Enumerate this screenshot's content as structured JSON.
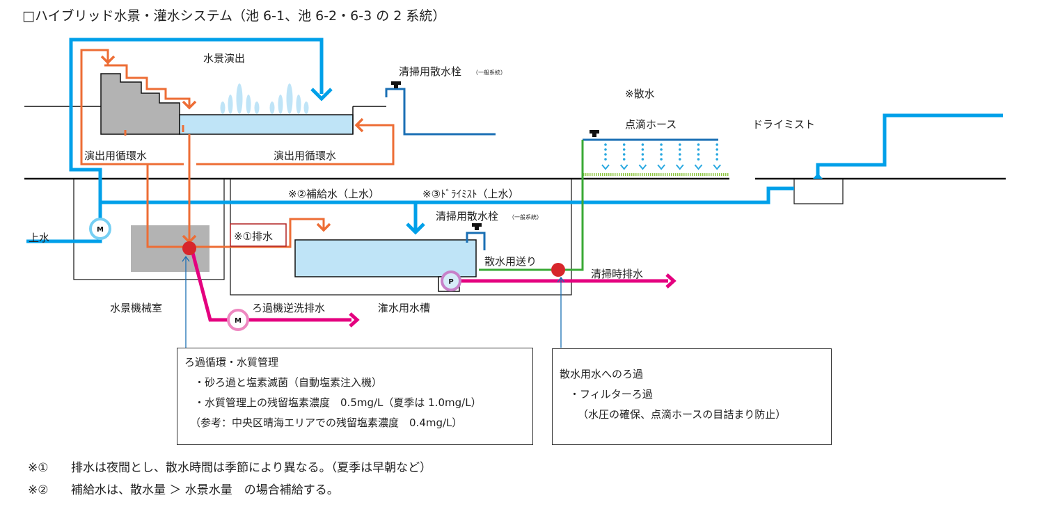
{
  "title": "□ハイブリッド水景・灌水システム（池 6-1、池 6-2・6-3 の 2 系統）",
  "colors": {
    "supply_water": "#00a0e9",
    "circulation": "#ed6d35",
    "drain": "#e4007f",
    "spray_line": "#3aa935",
    "hydrant_pipe": "#1a6fb4",
    "junction": "#d7262b",
    "tank_water": "#bfe4f7",
    "equipment_gray": "#b3b3b3",
    "drip_dots": "#29a8e0",
    "turf": "#8dc63f"
  },
  "labels": {
    "fountain_show": "水景演出",
    "hydrant_top": "清掃用散水栓",
    "hydrant_top_sub": "（一般系統）",
    "sprinkle_note": "※散水",
    "drip_hose": "点滴ホース",
    "dry_mist": "ドライミスト",
    "circ_water_left": "演出用循環水",
    "circ_water_right": "演出用循環水",
    "makeup_water": "※②補給水（上水）",
    "dry_mist_supply": "※③ﾄﾞﾗｲﾐｽﾄ（上水）",
    "hydrant_tank": "清掃用散水栓",
    "hydrant_tank_sub": "（一般系統）",
    "drain_note": "※①排水",
    "city_water": "上水",
    "spray_feed": "散水用送り",
    "cleaning_drain": "清掃時排水",
    "machine_room": "水景機械室",
    "backwash_drain": "ろ過機逆洗排水",
    "irrigation_tank": "潅水用水槽",
    "meter_symbol": "M",
    "pump_symbol": "P"
  },
  "filter_box": {
    "title": "ろ過循環・水質管理",
    "lines": [
      "・砂ろ過と塩素滅菌（自動塩素注入機）",
      "・水質管理上の残留塩素濃度　0.5mg/L（夏季は 1.0mg/L）",
      "（参考：中央区晴海エリアでの残留塩素濃度　0.4mg/L）"
    ]
  },
  "spray_box": {
    "title": "散水用水へのろ過",
    "lines": [
      "・フィルターろ過",
      "（水圧の確保、点滴ホースの目詰まり防止）"
    ]
  },
  "notes": [
    {
      "mark": "※①",
      "text": "排水は夜間とし、散水時間は季節により異なる。（夏季は早朝など）"
    },
    {
      "mark": "※②",
      "text": "補給水は、散水量 ＞ 水景水量　の場合補給する。"
    }
  ]
}
